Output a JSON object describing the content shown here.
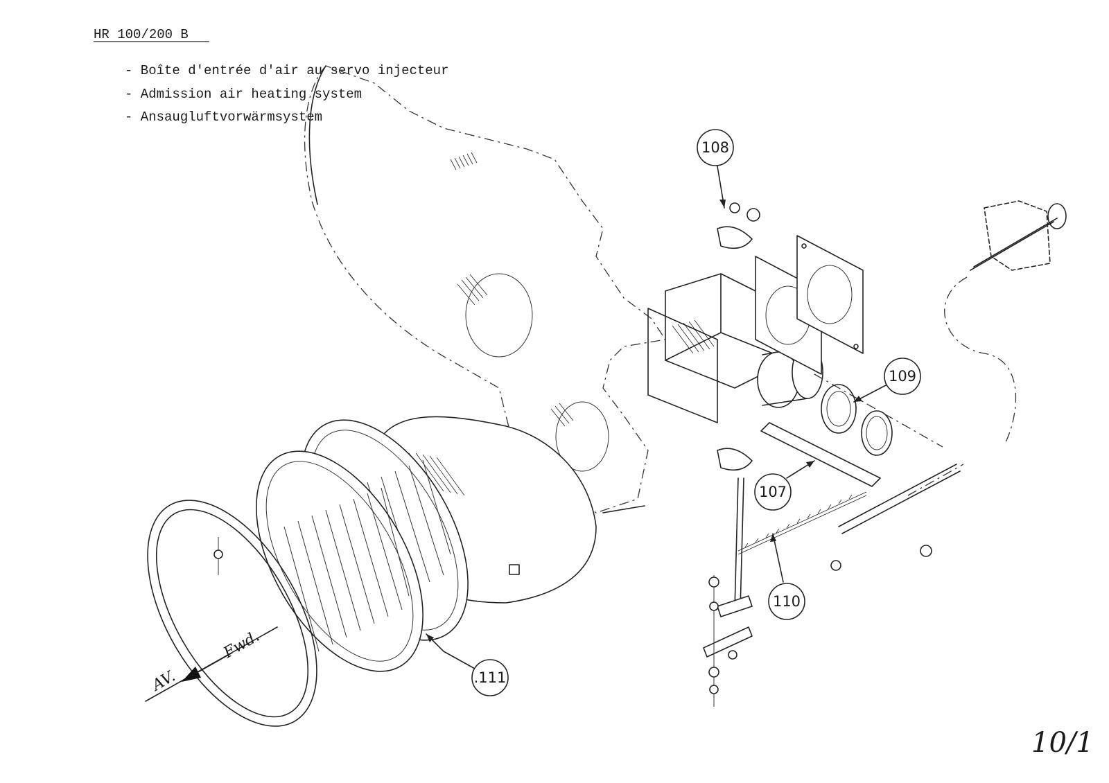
{
  "header": {
    "model": "HR 100/200 B",
    "titles": [
      "- Boîte d'entrée d'air au servo injecteur",
      "- Admission air heating system",
      "- Ansaugluftvorwärmsystem"
    ]
  },
  "callouts": [
    {
      "id": "108",
      "label": "108"
    },
    {
      "id": "109",
      "label": "109"
    },
    {
      "id": "107",
      "label": "107"
    },
    {
      "id": "110",
      "label": "110"
    },
    {
      "id": "111",
      "label": ".111"
    }
  ],
  "direction": {
    "french": "AV.",
    "english": "Fwd."
  },
  "page_number": "10/1"
}
